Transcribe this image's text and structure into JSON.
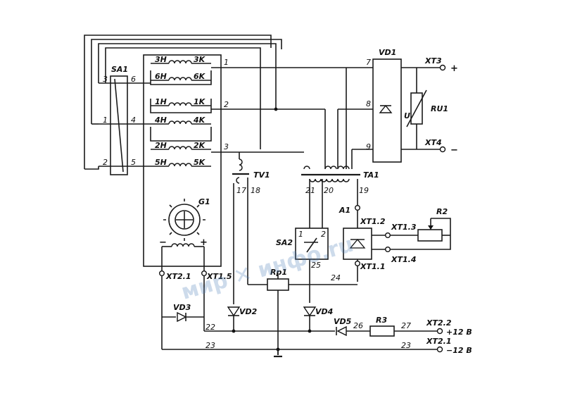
{
  "components": {
    "sa1": "SA1",
    "vd1": "VD1",
    "ru1": "RU1",
    "ru1_u": "U",
    "tv1": "TV1",
    "ta1": "TA1",
    "g1": "G1",
    "sa2": "SA2",
    "r2": "R2",
    "rp1": "Rp1",
    "vd2": "VD2",
    "vd3": "VD3",
    "vd4": "VD4",
    "vd5": "VD5",
    "r3": "R3",
    "a1": "A1"
  },
  "windings": [
    {
      "start": "3H",
      "end": "3K"
    },
    {
      "start": "6H",
      "end": "6K"
    },
    {
      "start": "1H",
      "end": "1K"
    },
    {
      "start": "4H",
      "end": "4K"
    },
    {
      "start": "2H",
      "end": "2K"
    },
    {
      "start": "5H",
      "end": "5K"
    }
  ],
  "terminals": {
    "xt3": "XT3",
    "xt4": "XT4",
    "xt1_1": "XT1.1",
    "xt1_2": "XT1.2",
    "xt1_3": "XT1.3",
    "xt1_4": "XT1.4",
    "xt1_5": "XT1.5",
    "xt2_1_top": "XT2.1",
    "xt2_1_bottom": "XT2.1",
    "xt2_2": "XT2.2"
  },
  "polarity": {
    "xt3_sign": "+",
    "xt4_sign": "−",
    "g1_minus": "−",
    "g1_plus": "+"
  },
  "supply": {
    "plus12": "+12 В",
    "minus12": "−12 В"
  },
  "sa1_pins": [
    "3",
    "6",
    "1",
    "4",
    "2",
    "5"
  ],
  "sa2_pins": [
    "1",
    "2"
  ],
  "wires": {
    "w1": "1",
    "w2": "2",
    "w3": "3",
    "w7": "7",
    "w8": "8",
    "w9": "9",
    "w17": "17",
    "w18": "18",
    "w19": "19",
    "w20": "20",
    "w21": "21",
    "w22": "22",
    "w23a": "23",
    "w23b": "23",
    "w24": "24",
    "w25": "25",
    "w26": "26",
    "w27": "27"
  },
  "watermark": "мир ✕ инфо.ru"
}
